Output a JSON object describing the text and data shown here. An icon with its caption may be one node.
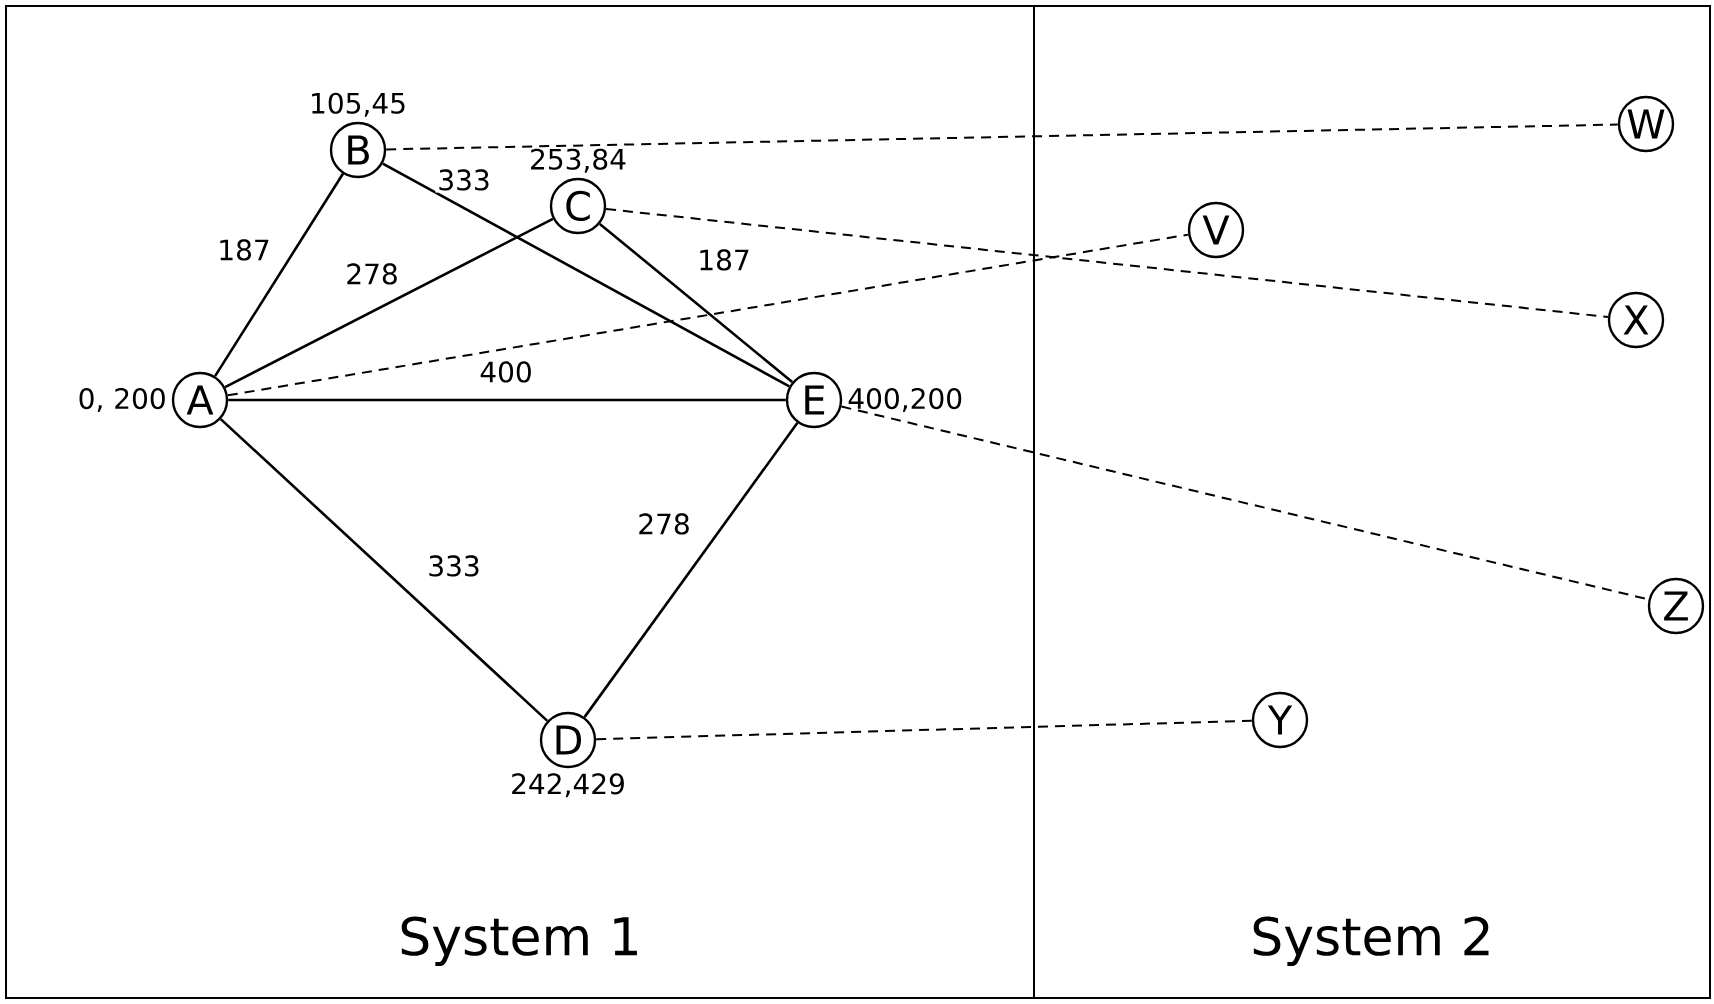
{
  "diagram": {
    "nodes": [
      {
        "text": [
          "System 1"
        ]
      },
      {
        "text": [
          "B"
        ],
        "in": 0,
        "beside": [
          "105,45"
        ]
      },
      {
        "text": [
          "C"
        ],
        "in": 0,
        "beside": [
          "253,84"
        ]
      },
      {
        "text": [
          "A"
        ],
        "in": 0,
        "beside": [
          "0, 200"
        ]
      },
      {
        "text": [
          "E"
        ],
        "in": 0,
        "beside": [
          "400,200"
        ]
      },
      {
        "text": [
          "D"
        ],
        "in": 0,
        "beside": [
          "242,429"
        ]
      },
      {
        "text": [
          "System 2"
        ]
      },
      {
        "text": [
          "W"
        ],
        "in": 6
      },
      {
        "text": [
          "V"
        ],
        "in": 6
      },
      {
        "text": [
          "X"
        ],
        "in": 6
      },
      {
        "text": [
          "Z"
        ],
        "in": 6
      },
      {
        "text": [
          "Y"
        ],
        "in": 6
      }
    ],
    "edges": [
      {
        "from": 3,
        "to": 1,
        "arrow": "none",
        "label": "187"
      },
      {
        "from": 1,
        "to": 4,
        "arrow": "none",
        "label": "333"
      },
      {
        "from": 3,
        "to": 2,
        "arrow": "none",
        "label": "278"
      },
      {
        "from": 2,
        "to": 4,
        "arrow": "none",
        "label": "187"
      },
      {
        "from": 3,
        "to": 4,
        "arrow": "none",
        "label": "400"
      },
      {
        "from": 3,
        "to": 5,
        "arrow": "none",
        "label": "333"
      },
      {
        "from": 5,
        "to": 4,
        "arrow": "none",
        "label": "278"
      },
      {
        "from": 1,
        "to": 7,
        "arrow": "none",
        "style": "dashed"
      },
      {
        "from": 3,
        "to": 8,
        "arrow": "none",
        "style": "dashed"
      },
      {
        "from": 2,
        "to": 9,
        "arrow": "none",
        "style": "dashed"
      },
      {
        "from": 4,
        "to": 10,
        "arrow": "none",
        "style": "dashed"
      },
      {
        "from": 5,
        "to": 11,
        "arrow": "none",
        "style": "dashed"
      }
    ]
  }
}
